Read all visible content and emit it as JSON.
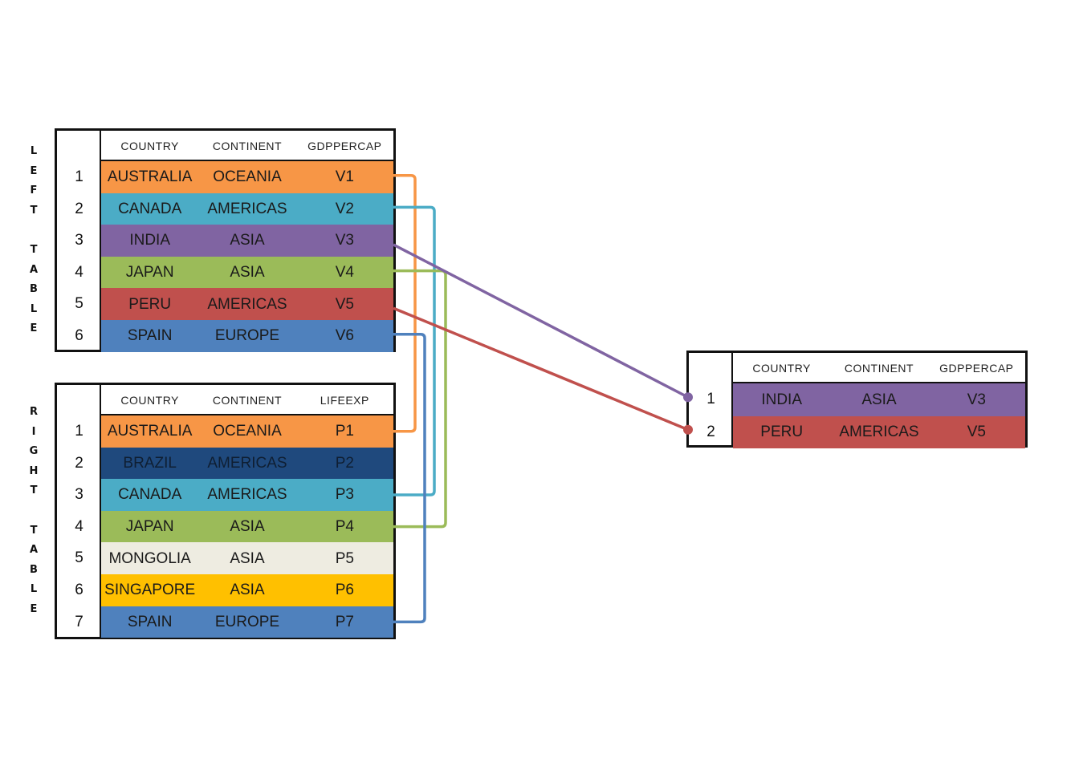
{
  "labels": {
    "left": [
      "L",
      "E",
      "F",
      "T",
      "",
      "T",
      "A",
      "B",
      "L",
      "E"
    ],
    "right": [
      "R",
      "I",
      "G",
      "H",
      "T",
      "",
      "T",
      "A",
      "B",
      "L",
      "E"
    ]
  },
  "left_table": {
    "headers": [
      "COUNTRY",
      "CONTINENT",
      "GDPPERCAP"
    ],
    "rows": [
      {
        "n": "1",
        "country": "AUSTRALIA",
        "continent": "OCEANIA",
        "value": "V1",
        "color": "#F79646",
        "text": "#1a1a1a"
      },
      {
        "n": "2",
        "country": "CANADA",
        "continent": "AMERICAS",
        "value": "V2",
        "color": "#4BACC6",
        "text": "#1a1a1a"
      },
      {
        "n": "3",
        "country": "INDIA",
        "continent": "ASIA",
        "value": "V3",
        "color": "#8064A2",
        "text": "#1a1a1a"
      },
      {
        "n": "4",
        "country": "JAPAN",
        "continent": "ASIA",
        "value": "V4",
        "color": "#9BBB59",
        "text": "#1a1a1a"
      },
      {
        "n": "5",
        "country": "PERU",
        "continent": "AMERICAS",
        "value": "V5",
        "color": "#C0504D",
        "text": "#1a1a1a"
      },
      {
        "n": "6",
        "country": "SPAIN",
        "continent": "EUROPE",
        "value": "V6",
        "color": "#4F81BD",
        "text": "#1a1a1a"
      }
    ]
  },
  "right_table": {
    "headers": [
      "COUNTRY",
      "CONTINENT",
      "LIFEEXP"
    ],
    "rows": [
      {
        "n": "1",
        "country": "AUSTRALIA",
        "continent": "OCEANIA",
        "value": "P1",
        "color": "#F79646",
        "text": "#1a1a1a"
      },
      {
        "n": "2",
        "country": "BRAZIL",
        "continent": "AMERICAS",
        "value": "P2",
        "color": "#1F497D",
        "text": "#0f1f33"
      },
      {
        "n": "3",
        "country": "CANADA",
        "continent": "AMERICAS",
        "value": "P3",
        "color": "#4BACC6",
        "text": "#1a1a1a"
      },
      {
        "n": "4",
        "country": "JAPAN",
        "continent": "ASIA",
        "value": "P4",
        "color": "#9BBB59",
        "text": "#1a1a1a"
      },
      {
        "n": "5",
        "country": "MONGOLIA",
        "continent": "ASIA",
        "value": "P5",
        "color": "#EEECE1",
        "text": "#1a1a1a"
      },
      {
        "n": "6",
        "country": "SINGAPORE",
        "continent": "ASIA",
        "value": "P6",
        "color": "#FFC000",
        "text": "#1a1a1a"
      },
      {
        "n": "7",
        "country": "SPAIN",
        "continent": "EUROPE",
        "value": "P7",
        "color": "#4F81BD",
        "text": "#1a1a1a"
      }
    ]
  },
  "result_table": {
    "headers": [
      "COUNTRY",
      "CONTINENT",
      "GDPPERCAP"
    ],
    "rows": [
      {
        "n": "1",
        "country": "INDIA",
        "continent": "ASIA",
        "value": "V3",
        "color": "#8064A2",
        "text": "#1a1a1a"
      },
      {
        "n": "2",
        "country": "PERU",
        "continent": "AMERICAS",
        "value": "V5",
        "color": "#C0504D",
        "text": "#1a1a1a"
      }
    ]
  },
  "links": {
    "matches": [
      {
        "left_row": 1,
        "right_row": 1,
        "color": "#F79646"
      },
      {
        "left_row": 2,
        "right_row": 3,
        "color": "#4BACC6"
      },
      {
        "left_row": 4,
        "right_row": 4,
        "color": "#9BBB59"
      },
      {
        "left_row": 6,
        "right_row": 7,
        "color": "#4F81BD"
      }
    ],
    "anti": [
      {
        "left_row": 3,
        "result_row": 1,
        "color": "#8064A2"
      },
      {
        "left_row": 5,
        "result_row": 2,
        "color": "#C0504D"
      }
    ]
  }
}
